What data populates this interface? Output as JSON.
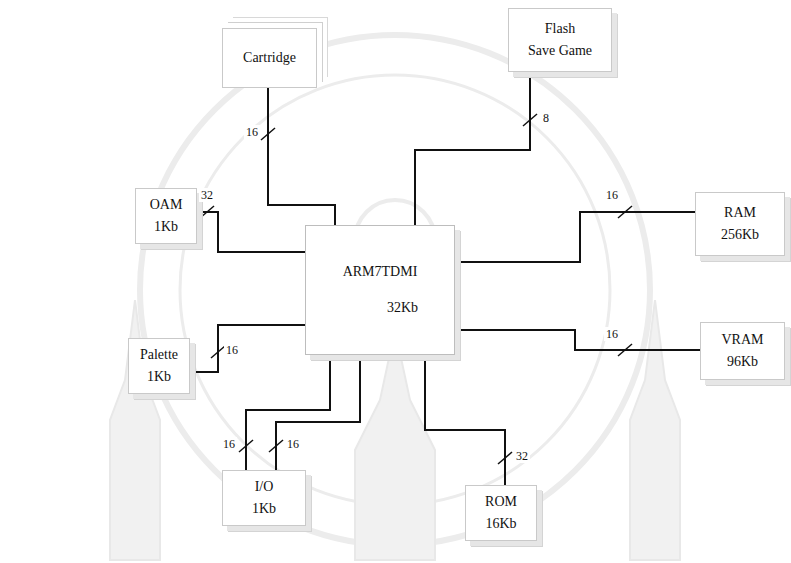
{
  "diagram": {
    "nodes": [
      {
        "text": [
          "Cartridge"
        ]
      },
      {
        "text": [
          "Flash",
          "Save Game"
        ]
      },
      {
        "text": [
          "OAM",
          "1Kb"
        ]
      },
      {
        "text": [
          "RAM",
          "256Kb"
        ]
      },
      {
        "text": [
          "ARM7TDMI",
          "32Kb"
        ]
      },
      {
        "text": [
          "Palette",
          "1Kb"
        ]
      },
      {
        "text": [
          "VRAM",
          "96Kb"
        ]
      },
      {
        "text": [
          "I/O",
          "1Kb"
        ]
      },
      {
        "text": [
          "ROM",
          "16Kb"
        ]
      }
    ],
    "edges": [
      {
        "from": 0,
        "to": 4,
        "arrow": "none",
        "label": "16"
      },
      {
        "from": 1,
        "to": 4,
        "arrow": "none",
        "label": "8"
      },
      {
        "from": 2,
        "to": 4,
        "arrow": "none",
        "label": "32"
      },
      {
        "from": 3,
        "to": 4,
        "arrow": "none",
        "label": "16"
      },
      {
        "from": 5,
        "to": 4,
        "arrow": "none",
        "label": "16"
      },
      {
        "from": 6,
        "to": 4,
        "arrow": "none",
        "label": "16"
      },
      {
        "from": 7,
        "to": 4,
        "arrow": "none",
        "label": "16"
      },
      {
        "from": 7,
        "to": 4,
        "arrow": "none",
        "label": "16"
      },
      {
        "from": 8,
        "to": 4,
        "arrow": "none",
        "label": "32"
      }
    ]
  }
}
